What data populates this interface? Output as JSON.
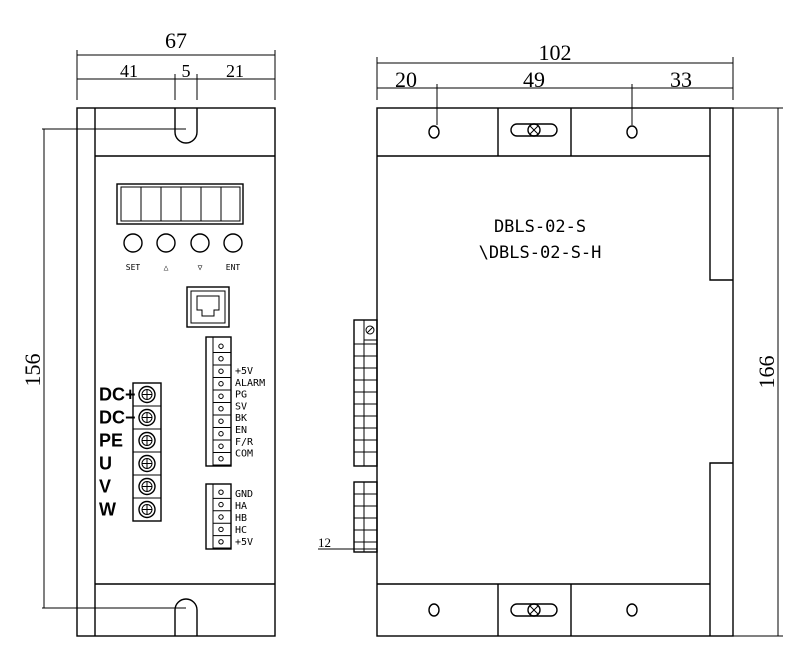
{
  "front_view": {
    "dims": {
      "width_total": "67",
      "width_left": "41",
      "slot_width": "5",
      "width_right": "21",
      "height_holes": "156"
    },
    "buttons": [
      "SET",
      "△",
      "▽",
      "ENT"
    ],
    "power_terminals": [
      "DC+",
      "DC−",
      "PE",
      "U",
      "V",
      "W"
    ],
    "signal_terminals": [
      "+5V",
      "ALARM",
      "PG",
      "SV",
      "BK",
      "EN",
      "F/R",
      "COM"
    ],
    "hall_terminals": [
      "GND",
      "HA",
      "HB",
      "HC",
      "+5V"
    ]
  },
  "side_view": {
    "dims": {
      "width_total": "102",
      "offset_left": "20",
      "hole_spacing": "49",
      "offset_right": "33",
      "height_total": "166",
      "connector_depth": "12"
    },
    "model_line1": "DBLS-02-S",
    "model_line2": "\\DBLS-02-S-H"
  }
}
